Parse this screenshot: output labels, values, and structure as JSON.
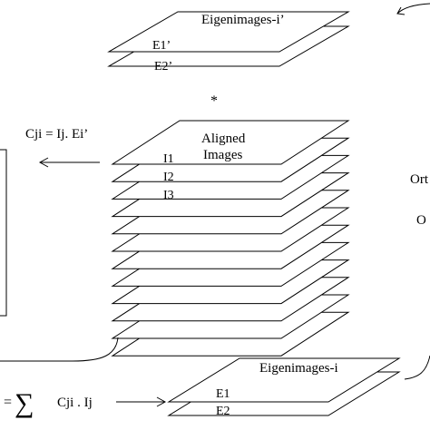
{
  "top_stack": {
    "title": "Eigenimages-i’",
    "layers": [
      "E1’",
      "E2’"
    ]
  },
  "operator_symbol": "*",
  "middle_stack": {
    "title_line1": "Aligned",
    "title_line2": "Images",
    "layers": [
      "I1",
      "I2",
      "I3"
    ]
  },
  "coefficient_formula": "Cji = Ij. Ei’",
  "right_text": {
    "line1": "Ort",
    "line2": "O"
  },
  "sum_formula": {
    "prefix": "=",
    "sigma": "∑",
    "body": "Cji . Ij"
  },
  "bottom_stack": {
    "title": "Eigenimages-i",
    "layers": [
      "E1",
      "E2"
    ]
  }
}
